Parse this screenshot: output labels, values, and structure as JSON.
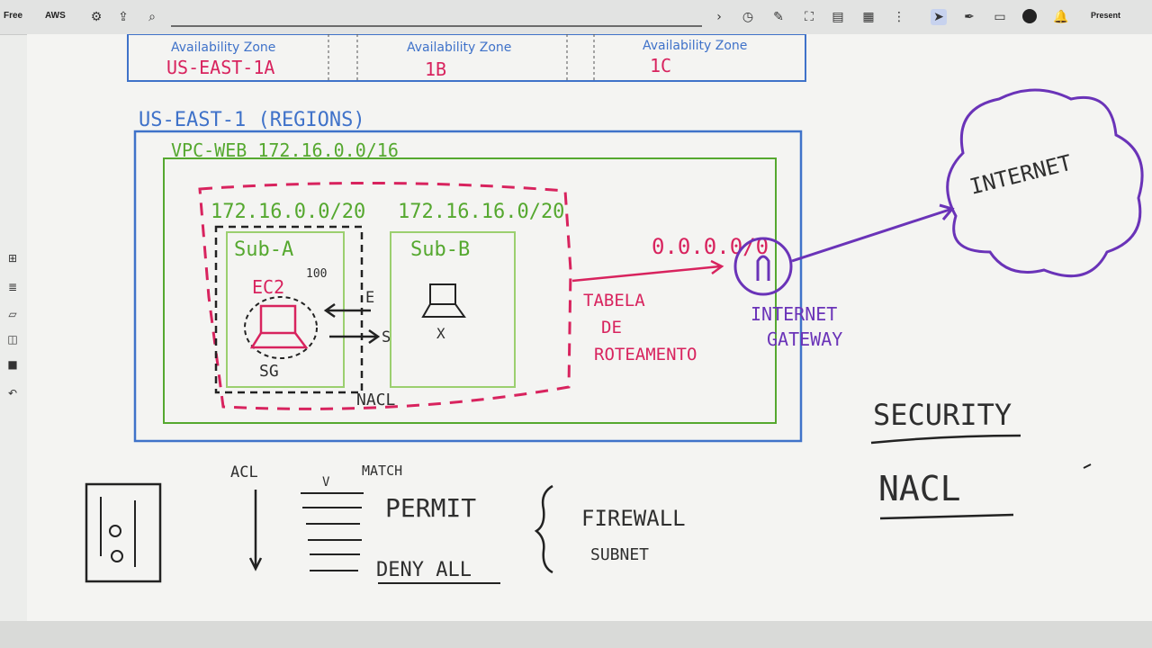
{
  "toolbar": {
    "left_labels": [
      "Free",
      "AWS"
    ],
    "present_label": "Present"
  },
  "az_header": {
    "label": "Availability Zone",
    "zones": [
      "US-EAST-1A",
      "1B",
      "1C"
    ]
  },
  "diagram": {
    "region_label": "US-EAST-1 (REGIONS)",
    "vpc_label": "VPC-WEB 172.16.0.0/16",
    "subnet_a_cidr": "172.16.0.0/20",
    "subnet_b_cidr": "172.16.16.0/20",
    "subnet_a_label": "Sub-A",
    "subnet_b_label": "Sub-B",
    "ec2_label": "EC2",
    "ec2_num": "100",
    "sg_label": "SG",
    "nacl_label": "NACL",
    "flow_in": "E",
    "flow_out": "S",
    "instance_mark": "X",
    "route_table": [
      "TABELA",
      "DE",
      "ROTEAMENTO"
    ],
    "default_route": "0.0.0.0/0",
    "igw_label": [
      "INTERNET",
      "GATEWAY"
    ],
    "internet_label": "INTERNET"
  },
  "notes": {
    "acl": "ACL",
    "match": "MATCH",
    "check": "V",
    "permit": "PERMIT",
    "deny_all": "DENY ALL",
    "firewall": "FIREWALL",
    "subnet": "SUBNET",
    "security": "SECURITY",
    "nacl": "NACL"
  },
  "colors": {
    "blue": "#3f72c9",
    "green": "#55a82f",
    "pink": "#d8235e",
    "purple": "#6a33b8",
    "dark": "#2f2f2f"
  }
}
